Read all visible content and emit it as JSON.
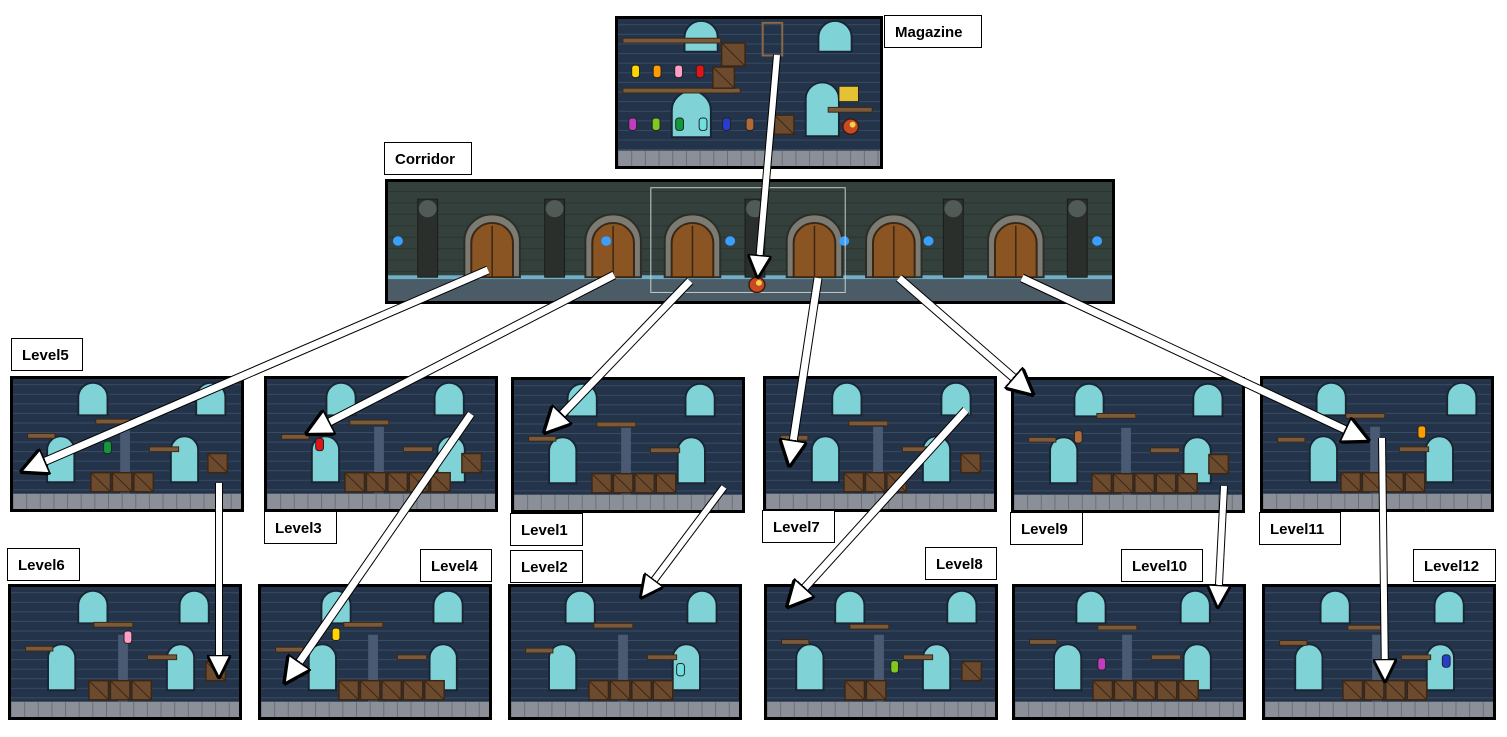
{
  "labels": {
    "magazine": "Magazine",
    "corridor": "Corridor",
    "level1": "Level1",
    "level2": "Level2",
    "level3": "Level3",
    "level4": "Level4",
    "level5": "Level5",
    "level6": "Level6",
    "level7": "Level7",
    "level8": "Level8",
    "level9": "Level9",
    "level10": "Level10",
    "level11": "Level11",
    "level12": "Level12"
  },
  "colors": {
    "wall": "#23344a",
    "brick": "#3a4b63",
    "window": "#7fd3d6",
    "floor": "#8b8f98",
    "crate": "#6b4a2e",
    "door": "#8a5523",
    "corridor_wall": "#33403c",
    "lamp_blue": "#3aa0ff"
  },
  "magazine_lanterns": [
    "#ffd400",
    "#ff9c00",
    "#ff9fc8",
    "#e01515",
    "#c03cc0",
    "#7ec820",
    "#0f9a3c",
    "#6fe0e0",
    "#2a3cd0",
    "#b06a3a"
  ],
  "level_lanterns": {
    "level1": null,
    "level2": "#6fe0e0",
    "level3": "#e01515",
    "level4": "#ffd400",
    "level5": "#0f9a3c",
    "level6": "#ff9fc8",
    "level7": null,
    "level8": "#7ec820",
    "level9": "#b06a3a",
    "level10": "#c03cc0",
    "level11": "#ff9c00",
    "level12": "#2a3cd0"
  }
}
